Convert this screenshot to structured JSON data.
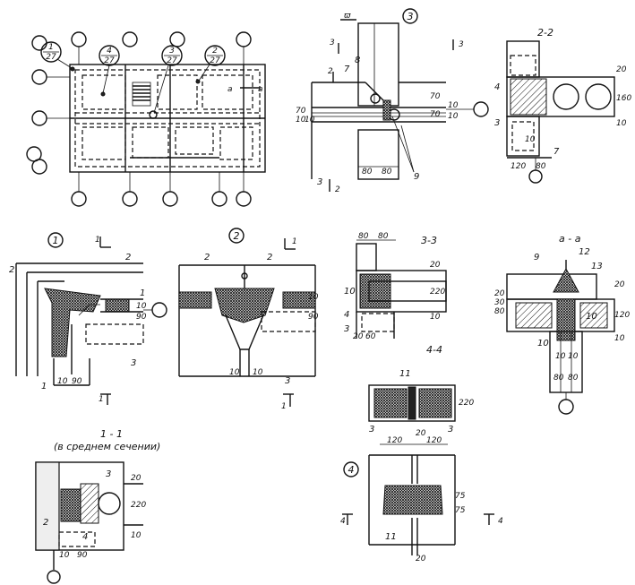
{
  "plan": {
    "callouts": [
      {
        "top": "1",
        "bottom": "27"
      },
      {
        "top": "4",
        "bottom": "27"
      },
      {
        "top": "3",
        "bottom": "27"
      },
      {
        "top": "2",
        "bottom": "27"
      }
    ],
    "section_mark": "a"
  },
  "detail3": {
    "number": "3",
    "top_label": "ϖ",
    "section_marks": [
      "3",
      "3",
      "2",
      "2"
    ],
    "labels": [
      "8",
      "7",
      "3",
      "9"
    ],
    "dims": [
      "70",
      "10",
      "10",
      "70",
      "70",
      "10",
      "10",
      "80",
      "80"
    ]
  },
  "sec22": {
    "title": "2-2",
    "labels": [
      "4",
      "3",
      "7"
    ],
    "dims": [
      "20",
      "160",
      "10",
      "10",
      "120",
      "80"
    ]
  },
  "detail1": {
    "number": "1",
    "section_marks": [
      "1",
      "1"
    ],
    "labels": [
      "2",
      "2",
      "1",
      "3",
      "1"
    ],
    "dims": [
      "10",
      "90",
      "10",
      "90"
    ]
  },
  "detail2": {
    "number": "2",
    "section_marks": [
      "1",
      "1"
    ],
    "labels": [
      "2",
      "2",
      "3"
    ],
    "dims": [
      "10",
      "90",
      "10",
      "10"
    ]
  },
  "sec33": {
    "title": "3-3",
    "labels": [
      "10",
      "4",
      "3"
    ],
    "dims": [
      "80",
      "80",
      "20",
      "220",
      "10",
      "20",
      "60"
    ]
  },
  "secaa": {
    "title": "a - a",
    "labels": [
      "9",
      "12",
      "13",
      "10",
      "10"
    ],
    "dims": [
      "20",
      "30",
      "80",
      "20",
      "120",
      "10",
      "10",
      "10",
      "80",
      "80"
    ]
  },
  "sec44": {
    "title": "4-4",
    "labels": [
      "11",
      "3",
      "3",
      "11"
    ],
    "dims": [
      "220",
      "20",
      "120",
      "120",
      "75",
      "75",
      "20"
    ],
    "number": "4",
    "section_marks": [
      "4",
      "4"
    ]
  },
  "sec11": {
    "title": "1 - 1",
    "subtitle": "(в среднем сечении)",
    "labels": [
      "3",
      "2",
      "4"
    ],
    "dims": [
      "20",
      "220",
      "10",
      "10",
      "90"
    ]
  }
}
